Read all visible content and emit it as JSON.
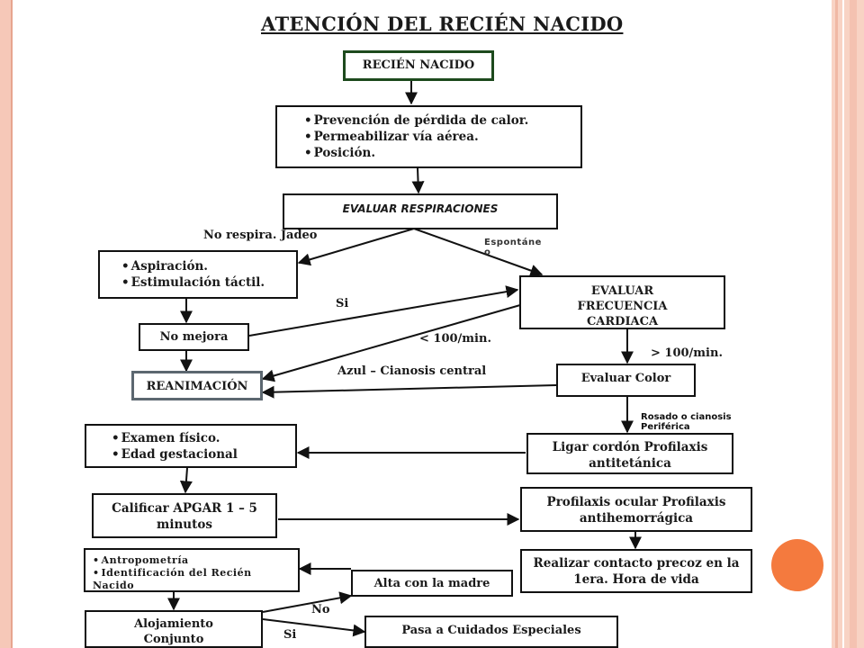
{
  "title": "ATENCIÓN DEL RECIÉN NACIDO",
  "nodes": {
    "recien_nacido": "RECIÉN NACIDO",
    "cuidados_iniciales": [
      "Prevención de pérdida de calor.",
      "Permeabilizar vía aérea.",
      "Posición."
    ],
    "evaluar_respiraciones": "EVALUAR RESPIRACIONES",
    "aspiracion": [
      "Aspiración.",
      "Estimulación táctil."
    ],
    "evaluar_frecuencia": "EVALUAR FRECUENCIA CARDIACA",
    "no_mejora": "No mejora",
    "reanimacion": "REANIMACIÓN",
    "evaluar_color": "Evaluar Color",
    "examen": [
      "Examen físico.",
      "Edad gestacional"
    ],
    "ligar_cordon": "Ligar cordón Profilaxis antitetánica",
    "apgar": "Calificar APGAR 1 – 5 minutos",
    "profilaxis_ocular": "Profilaxis ocular Profilaxis antihemorrágica",
    "antropometria": [
      "Antropometría",
      "Identificación del Recién Nacido"
    ],
    "contacto_precoz": "Realizar contacto precoz en la 1era. Hora de vida",
    "alta_madre": "Alta con la madre",
    "alojamiento": "Alojamiento Conjunto",
    "cuidados_especiales": "Pasa a Cuidados Especiales"
  },
  "labels": {
    "no_respira": "No respira. Jadeo",
    "espontaneo": "Espontáneo",
    "si_1": "Si",
    "menos_100": "< 100/min.",
    "mas_100": "> 100/min.",
    "azul": "Azul – Cianosis central",
    "rosado": "Rosado o cianosis Periférica",
    "no": "No",
    "si_2": "Si"
  },
  "colors": {
    "frame_accent": "#f6c8b8",
    "orange_circle": "#f47a3e",
    "recien_nacido_border": "#1d4a1d",
    "reanimacion_border": "#5c6770"
  }
}
